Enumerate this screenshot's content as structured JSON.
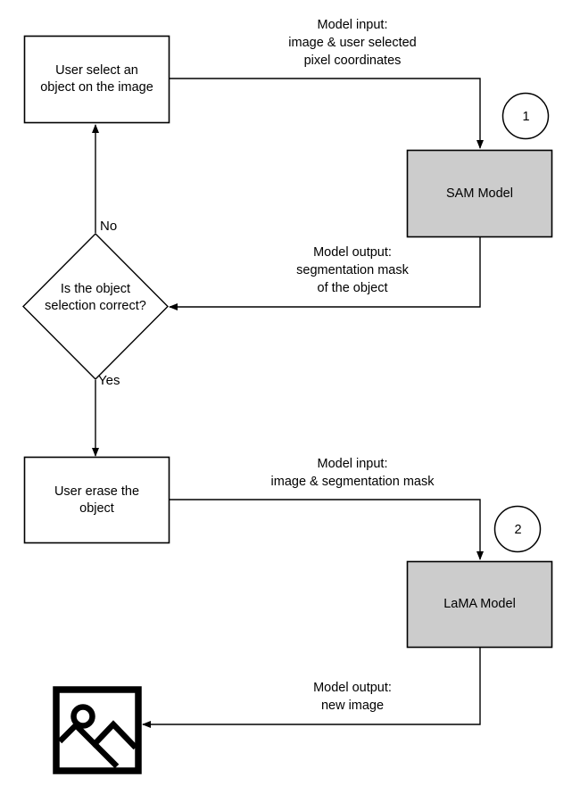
{
  "diagram": {
    "title": "SAM + LaMA object removal pipeline flowchart",
    "colors": {
      "model_box_fill": "#cccccc",
      "stroke": "#000000",
      "process_box_fill": "#ffffff",
      "background": "#ffffff"
    },
    "nodes": [
      {
        "id": "user-select",
        "type": "process",
        "label": "User select an\nobject on the image"
      },
      {
        "id": "sam-model",
        "type": "model",
        "label": "SAM Model"
      },
      {
        "id": "decision",
        "type": "decision",
        "label": "Is the object\nselection correct?"
      },
      {
        "id": "user-erase",
        "type": "process",
        "label": "User erase the\nobject"
      },
      {
        "id": "lama-model",
        "type": "model",
        "label": "LaMA Model"
      },
      {
        "id": "result-image",
        "type": "icon",
        "label": "image-icon"
      }
    ],
    "step_markers": [
      {
        "id": "step-1",
        "value": "1"
      },
      {
        "id": "step-2",
        "value": "2"
      }
    ],
    "edge_labels": [
      {
        "id": "sam-input",
        "text": "Model input:\nimage & user selected\npixel coordinates"
      },
      {
        "id": "sam-output",
        "text": "Model output:\nsegmentation mask\nof the object"
      },
      {
        "id": "lama-input",
        "text": "Model input:\nimage & segmentation mask"
      },
      {
        "id": "lama-output",
        "text": "Model output:\nnew image"
      }
    ],
    "branch_labels": [
      {
        "id": "branch-no",
        "text": "No"
      },
      {
        "id": "branch-yes",
        "text": "Yes"
      }
    ]
  }
}
